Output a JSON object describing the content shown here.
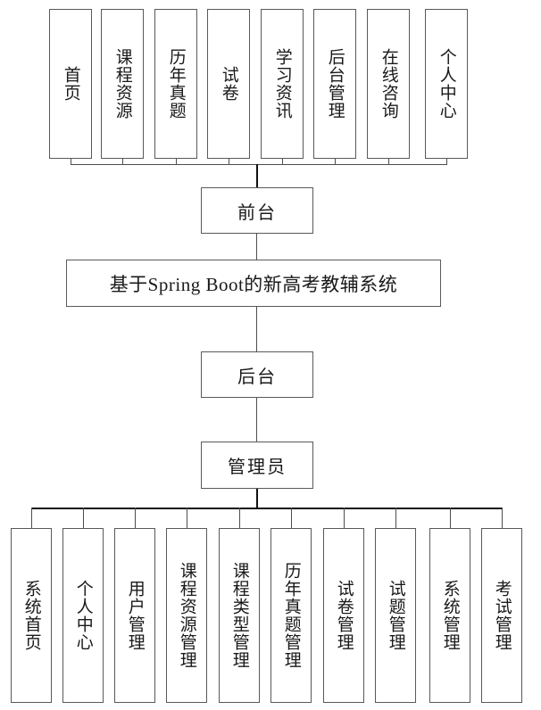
{
  "diagram": {
    "type": "system-architecture-tree",
    "title": "基于Spring Boot的新高考教辅系统",
    "frontend_label": "前台",
    "backend_label": "后台",
    "admin_label": "管理员",
    "frontend_modules": [
      {
        "label": "首页"
      },
      {
        "label": "课程资源"
      },
      {
        "label": "历年真题"
      },
      {
        "label": "试卷"
      },
      {
        "label": "学习资讯"
      },
      {
        "label": "后台管理"
      },
      {
        "label": "在线咨询"
      },
      {
        "label": "个人中心"
      }
    ],
    "admin_modules": [
      {
        "label": "系统首页"
      },
      {
        "label": "个人中心"
      },
      {
        "label": "用户管理"
      },
      {
        "label": "课程资源管理"
      },
      {
        "label": "课程类型管理"
      },
      {
        "label": "历年真题管理"
      },
      {
        "label": "试卷管理"
      },
      {
        "label": "试题管理"
      },
      {
        "label": "系统管理"
      },
      {
        "label": "考试管理"
      }
    ],
    "colors": {
      "box_border": "#595959",
      "line": "#4d4d4d",
      "trunk_line": "#111111",
      "text": "#1a1a1a",
      "background": "#ffffff"
    }
  }
}
